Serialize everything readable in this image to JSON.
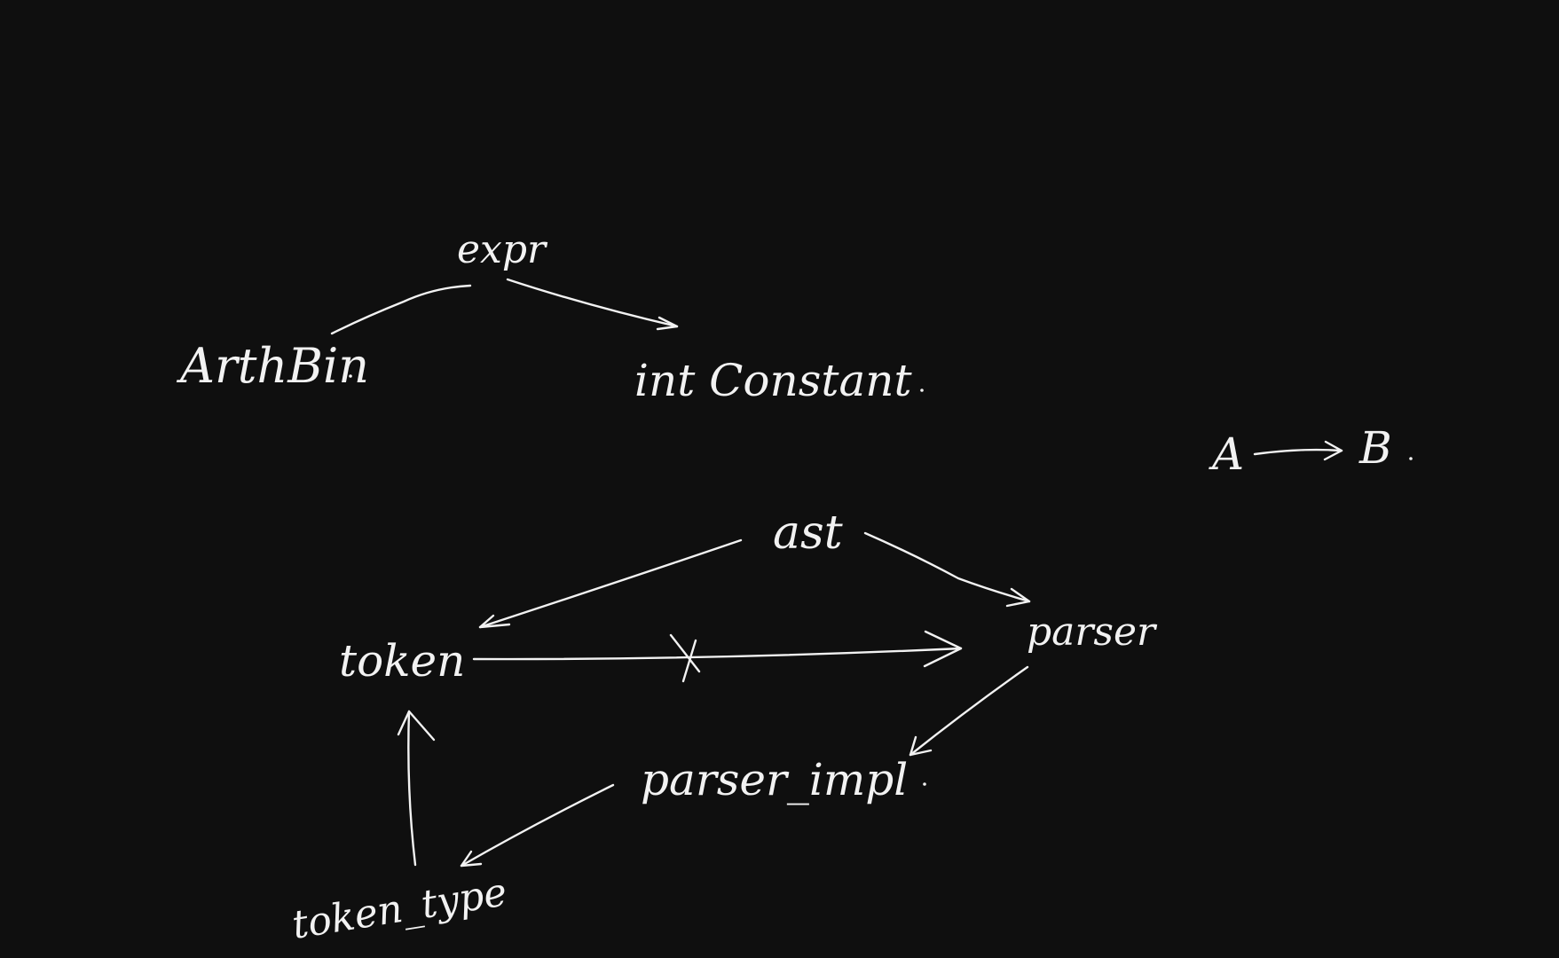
{
  "diagram": {
    "nodes": {
      "expr": "expr",
      "arthbin": "ArthBin",
      "int_constant": "int Constant",
      "a": "A",
      "b": "B",
      "ast": "ast",
      "token": "token",
      "parser": "parser",
      "parser_impl": "parser_impl",
      "token_type": "token_type"
    },
    "edges": [
      {
        "from": "expr",
        "to": "arthbin",
        "arrow": false
      },
      {
        "from": "expr",
        "to": "int_constant",
        "arrow": true
      },
      {
        "from": "a",
        "to": "b",
        "arrow": true
      },
      {
        "from": "ast",
        "to": "token",
        "arrow": true
      },
      {
        "from": "ast",
        "to": "parser",
        "arrow": true
      },
      {
        "from": "token",
        "to": "parser",
        "arrow": true,
        "crossed_out": true
      },
      {
        "from": "parser",
        "to": "parser_impl",
        "arrow": true
      },
      {
        "from": "parser_impl",
        "to": "token_type",
        "arrow": true
      },
      {
        "from": "token_type",
        "to": "token",
        "arrow": true
      }
    ],
    "colors": {
      "background": "#0f0f0f",
      "ink": "#f2f2f2"
    }
  }
}
